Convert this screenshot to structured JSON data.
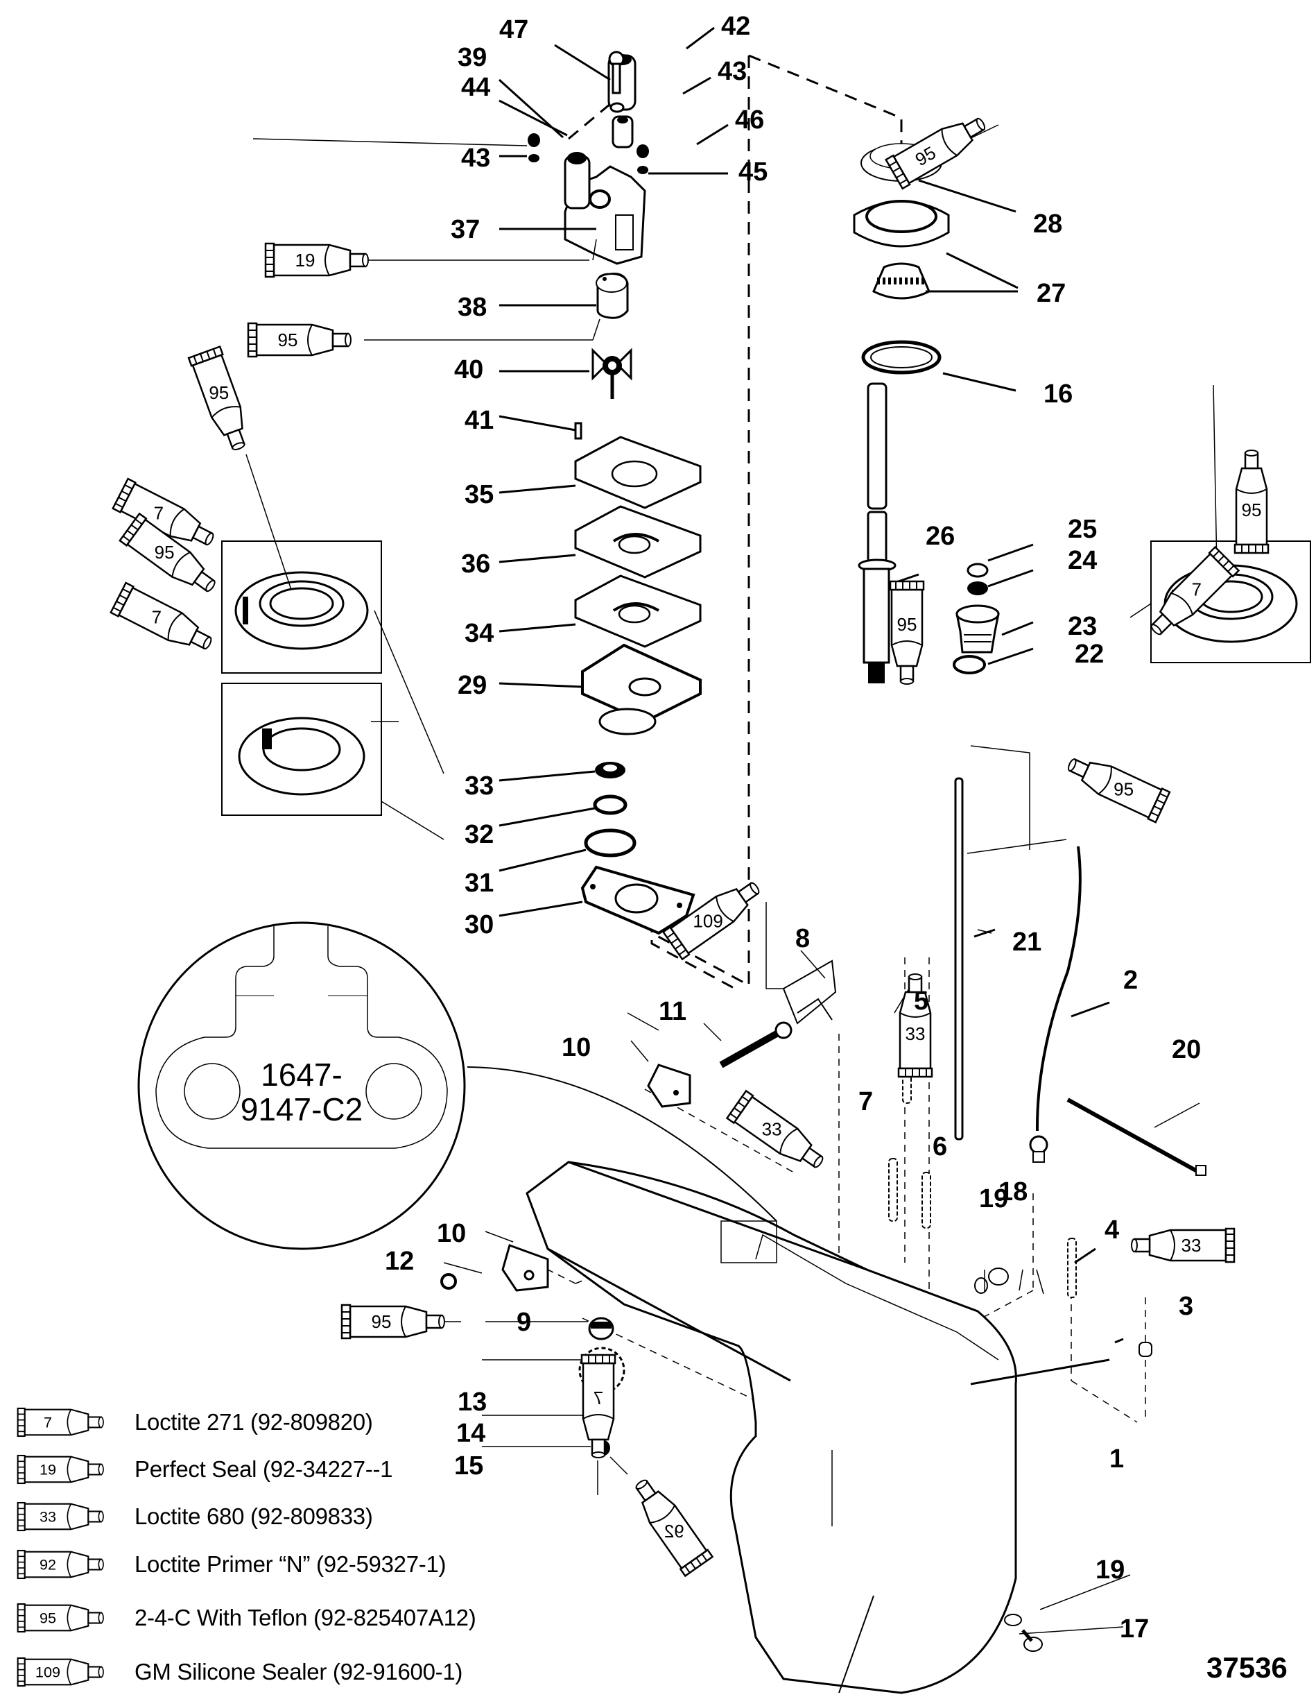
{
  "figure_id": "37536",
  "inset": {
    "label_line1": "1647-",
    "label_line2": "9147-C2"
  },
  "callouts": [
    {
      "id": "c1",
      "label": "1"
    },
    {
      "id": "c2",
      "label": "2"
    },
    {
      "id": "c3",
      "label": "3"
    },
    {
      "id": "c4",
      "label": "4"
    },
    {
      "id": "c5",
      "label": "5"
    },
    {
      "id": "c6",
      "label": "6"
    },
    {
      "id": "c7a",
      "label": "7"
    },
    {
      "id": "c7b",
      "label": "7"
    },
    {
      "id": "c8",
      "label": "8"
    },
    {
      "id": "c9",
      "label": "9"
    },
    {
      "id": "c10a",
      "label": "10"
    },
    {
      "id": "c10b",
      "label": "10"
    },
    {
      "id": "c11",
      "label": "11"
    },
    {
      "id": "c12",
      "label": "12"
    },
    {
      "id": "c13",
      "label": "13"
    },
    {
      "id": "c14",
      "label": "14"
    },
    {
      "id": "c15",
      "label": "15"
    },
    {
      "id": "c16",
      "label": "16"
    },
    {
      "id": "c17",
      "label": "17"
    },
    {
      "id": "c18",
      "label": "18"
    },
    {
      "id": "c19a",
      "label": "19"
    },
    {
      "id": "c19b",
      "label": "19"
    },
    {
      "id": "c20",
      "label": "20"
    },
    {
      "id": "c21",
      "label": "21"
    },
    {
      "id": "c22",
      "label": "22"
    },
    {
      "id": "c23",
      "label": "23"
    },
    {
      "id": "c24",
      "label": "24"
    },
    {
      "id": "c25",
      "label": "25"
    },
    {
      "id": "c26",
      "label": "26"
    },
    {
      "id": "c27",
      "label": "27"
    },
    {
      "id": "c28",
      "label": "28"
    },
    {
      "id": "c29",
      "label": "29"
    },
    {
      "id": "c30",
      "label": "30"
    },
    {
      "id": "c31",
      "label": "31"
    },
    {
      "id": "c32",
      "label": "32"
    },
    {
      "id": "c33",
      "label": "33"
    },
    {
      "id": "c34",
      "label": "34"
    },
    {
      "id": "c35",
      "label": "35"
    },
    {
      "id": "c36",
      "label": "36"
    },
    {
      "id": "c37",
      "label": "37"
    },
    {
      "id": "c38",
      "label": "38"
    },
    {
      "id": "c39",
      "label": "39"
    },
    {
      "id": "c40",
      "label": "40"
    },
    {
      "id": "c41",
      "label": "41"
    },
    {
      "id": "c42",
      "label": "42"
    },
    {
      "id": "c43a",
      "label": "43"
    },
    {
      "id": "c43b",
      "label": "43"
    },
    {
      "id": "c44",
      "label": "44"
    },
    {
      "id": "c45",
      "label": "45"
    },
    {
      "id": "c46",
      "label": "46"
    },
    {
      "id": "c47",
      "label": "47"
    }
  ],
  "sealant_tubes": [
    {
      "id": "t95-top",
      "code": "95"
    },
    {
      "id": "t19",
      "code": "19"
    },
    {
      "id": "t95-38",
      "code": "95"
    },
    {
      "id": "t95-left",
      "code": "95"
    },
    {
      "id": "t7-33",
      "code": "7"
    },
    {
      "id": "t95-32",
      "code": "95"
    },
    {
      "id": "t7-32",
      "code": "7"
    },
    {
      "id": "t95-right",
      "code": "95"
    },
    {
      "id": "t7-24",
      "code": "7"
    },
    {
      "id": "t95-22",
      "code": "95"
    },
    {
      "id": "t95-21",
      "code": "95"
    },
    {
      "id": "t109",
      "code": "109"
    },
    {
      "id": "t33-5",
      "code": "33"
    },
    {
      "id": "t33-7",
      "code": "33"
    },
    {
      "id": "t33-4",
      "code": "33"
    },
    {
      "id": "t95-9",
      "code": "95"
    },
    {
      "id": "t7-15",
      "code": "7"
    },
    {
      "id": "t92-15",
      "code": "92"
    }
  ],
  "legend": [
    {
      "code": "7",
      "text": "Loctite 271 (92-809820)"
    },
    {
      "code": "19",
      "text": "Perfect Seal (92-34227--1"
    },
    {
      "code": "33",
      "text": "Loctite 680 (92-809833)"
    },
    {
      "code": "92",
      "text": "Loctite Primer “N” (92-59327-1)"
    },
    {
      "code": "95",
      "text": "2-4-C  With Teflon (92-825407A12)"
    },
    {
      "code": "109",
      "text": "GM Silicone Sealer (92-91600-1)"
    }
  ]
}
